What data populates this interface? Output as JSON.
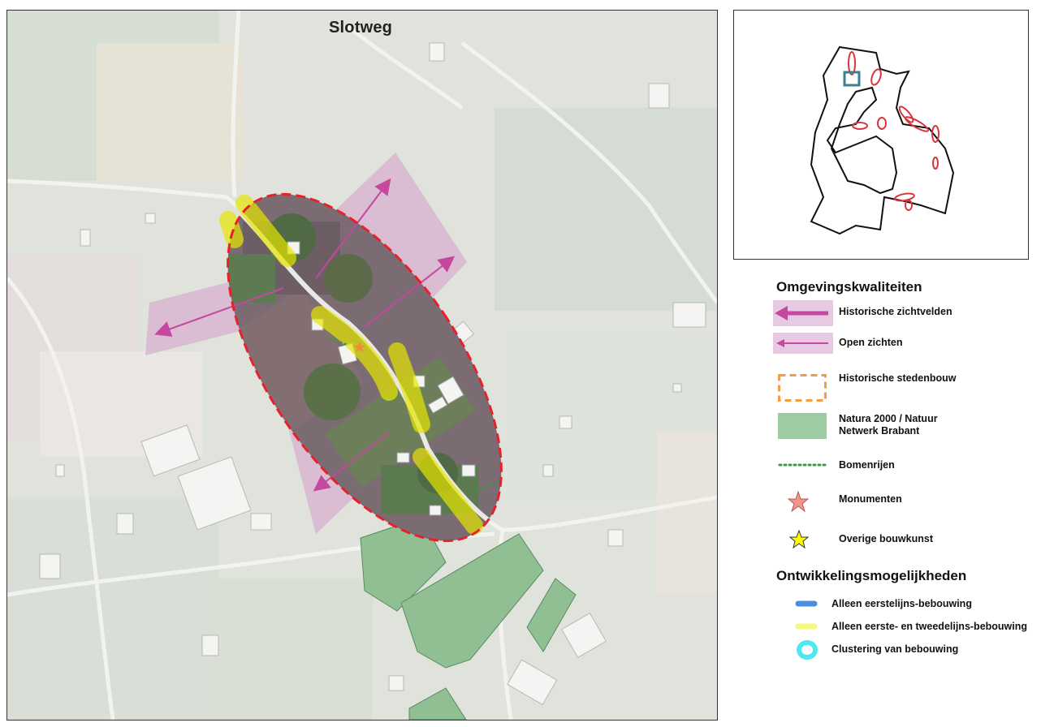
{
  "map": {
    "title": "Slotweg"
  },
  "legend": {
    "heading_qualities": "Omgevingskwaliteiten",
    "heading_development": "Ontwikkelingsmogelijkheden",
    "items": [
      {
        "key": "historic_views",
        "label": "Historische zichtvelden",
        "color": "#c4489e"
      },
      {
        "key": "open_views",
        "label": "Open zichten",
        "color": "#c4489e"
      },
      {
        "key": "historic_urban",
        "label": "Historische stedenbouw",
        "color": "#f0a040"
      },
      {
        "key": "natura",
        "label": "Natura 2000 / Natuur Netwerk Brabant",
        "label_line1": "Natura 2000 / Natuur",
        "label_line2": "Netwerk Brabant",
        "color": "#9dcba2"
      },
      {
        "key": "tree_rows",
        "label": "Bomenrijen",
        "color": "#3a9a45"
      },
      {
        "key": "monuments",
        "label": "Monumenten",
        "color": "#f2958a"
      },
      {
        "key": "other_architecture",
        "label": "Overige bouwkunst",
        "color": "#ffff00"
      }
    ],
    "dev_items": [
      {
        "key": "first_line",
        "label": "Alleen eerstelijns-bebouwing",
        "color": "#4a8fe0"
      },
      {
        "key": "first_second_line",
        "label": "Alleen eerste- en tweedelijns-bebouwing",
        "color": "#f7f77a"
      },
      {
        "key": "clustering",
        "label": "Clustering van bebouwing",
        "color": "#4ee8f0"
      }
    ]
  },
  "colors": {
    "boundary": "#e8202a",
    "view_fill": "#d69ccc",
    "arrow": "#c4489e",
    "yellow_zone": "#e6e600",
    "nature": "#8fbf93",
    "locator": "#3a8090"
  }
}
